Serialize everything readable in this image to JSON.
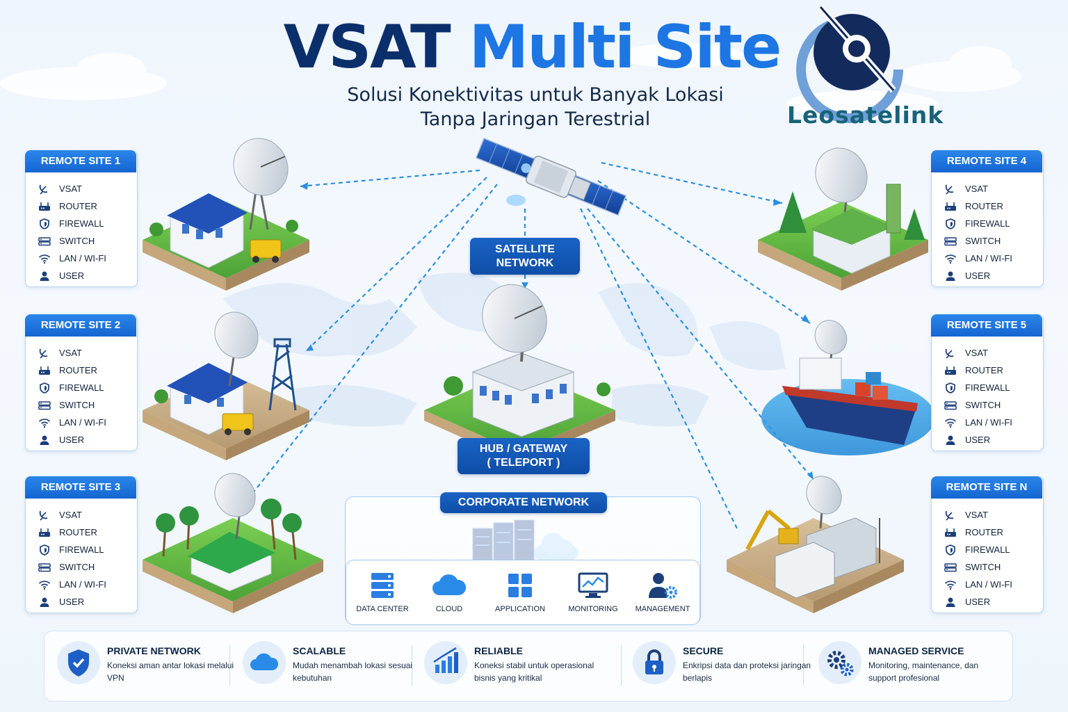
{
  "header": {
    "title_part1": "VSAT",
    "title_part2": "Multi Site",
    "subtitle_line1": "Solusi Konektivitas untuk Banyak Lokasi",
    "subtitle_line2": "Tanpa Jaringan Terestrial",
    "brand": "Leosatelink"
  },
  "site_items": [
    "VSAT",
    "ROUTER",
    "FIREWALL",
    "SWITCH",
    "LAN / WI-FI",
    "USER"
  ],
  "sites": [
    {
      "title": "REMOTE SITE 1"
    },
    {
      "title": "REMOTE SITE 2"
    },
    {
      "title": "REMOTE SITE 3"
    },
    {
      "title": "REMOTE SITE 4"
    },
    {
      "title": "REMOTE SITE 5"
    },
    {
      "title": "REMOTE SITE N"
    }
  ],
  "nodes": {
    "satellite_line1": "SATELLITE",
    "satellite_line2": "NETWORK",
    "hub_line1": "HUB / GATEWAY",
    "hub_line2": "( TELEPORT )",
    "corporate": "CORPORATE NETWORK"
  },
  "corporate_items": [
    {
      "label": "DATA CENTER",
      "icon": "server-icon"
    },
    {
      "label": "CLOUD",
      "icon": "cloud-icon"
    },
    {
      "label": "APPLICATION",
      "icon": "apps-icon"
    },
    {
      "label": "MONITORING",
      "icon": "monitor-icon"
    },
    {
      "label": "MANAGEMENT",
      "icon": "user-gear-icon"
    }
  ],
  "features": [
    {
      "title": "PRIVATE NETWORK",
      "desc": "Koneksi aman antar lokasi melalui VPN",
      "icon": "shield-icon"
    },
    {
      "title": "SCALABLE",
      "desc": "Mudah menambah lokasi sesuai kebutuhan",
      "icon": "cloud-icon"
    },
    {
      "title": "RELIABLE",
      "desc": "Koneksi stabil untuk operasional bisnis yang kritikal",
      "icon": "bar-chart-icon"
    },
    {
      "title": "SECURE",
      "desc": "Enkripsi data dan proteksi jaringan berlapis",
      "icon": "lock-icon"
    },
    {
      "title": "MANAGED SERVICE",
      "desc": "Monitoring, maintenance, dan support profesional",
      "icon": "gears-icon"
    }
  ],
  "colors": {
    "primary": "#0b2f6b",
    "accent": "#1d76e3",
    "link_line": "#2b8fe0",
    "brand": "#17637a"
  }
}
